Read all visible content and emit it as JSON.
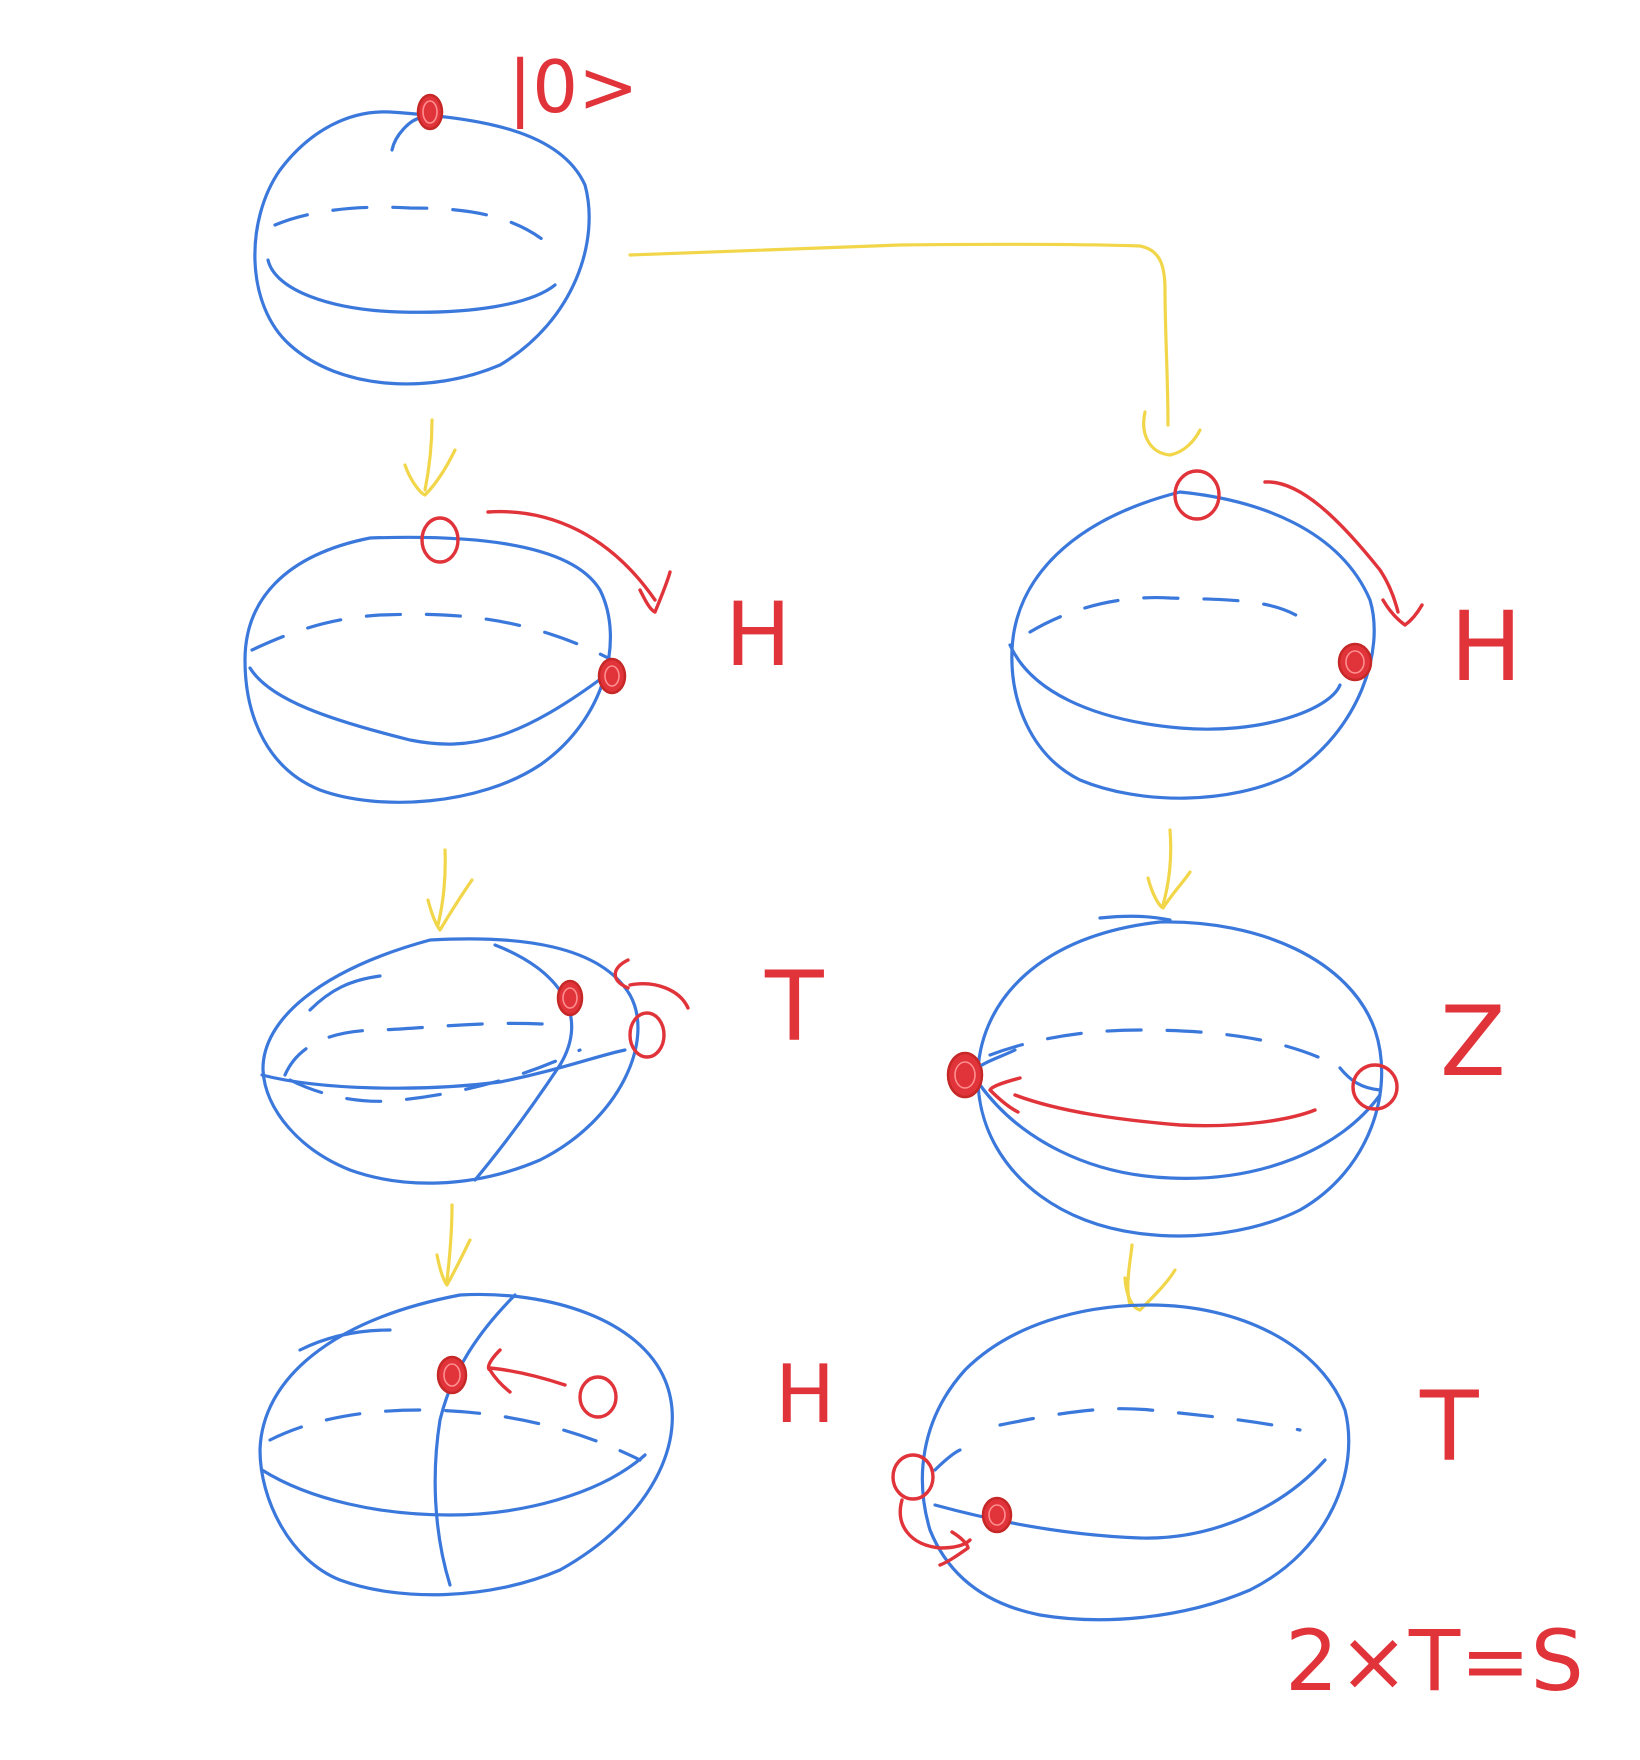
{
  "labels": {
    "ket_zero": "|0>",
    "left_step_1": "H",
    "left_step_2": "T",
    "left_step_3": "H",
    "right_step_1": "H",
    "right_step_2": "Z",
    "right_step_3": "T",
    "identity": "2×T=S"
  },
  "colors": {
    "sphere": "#3b78dc",
    "state": "#e0333a",
    "flow_arrow": "#f2d64a"
  }
}
